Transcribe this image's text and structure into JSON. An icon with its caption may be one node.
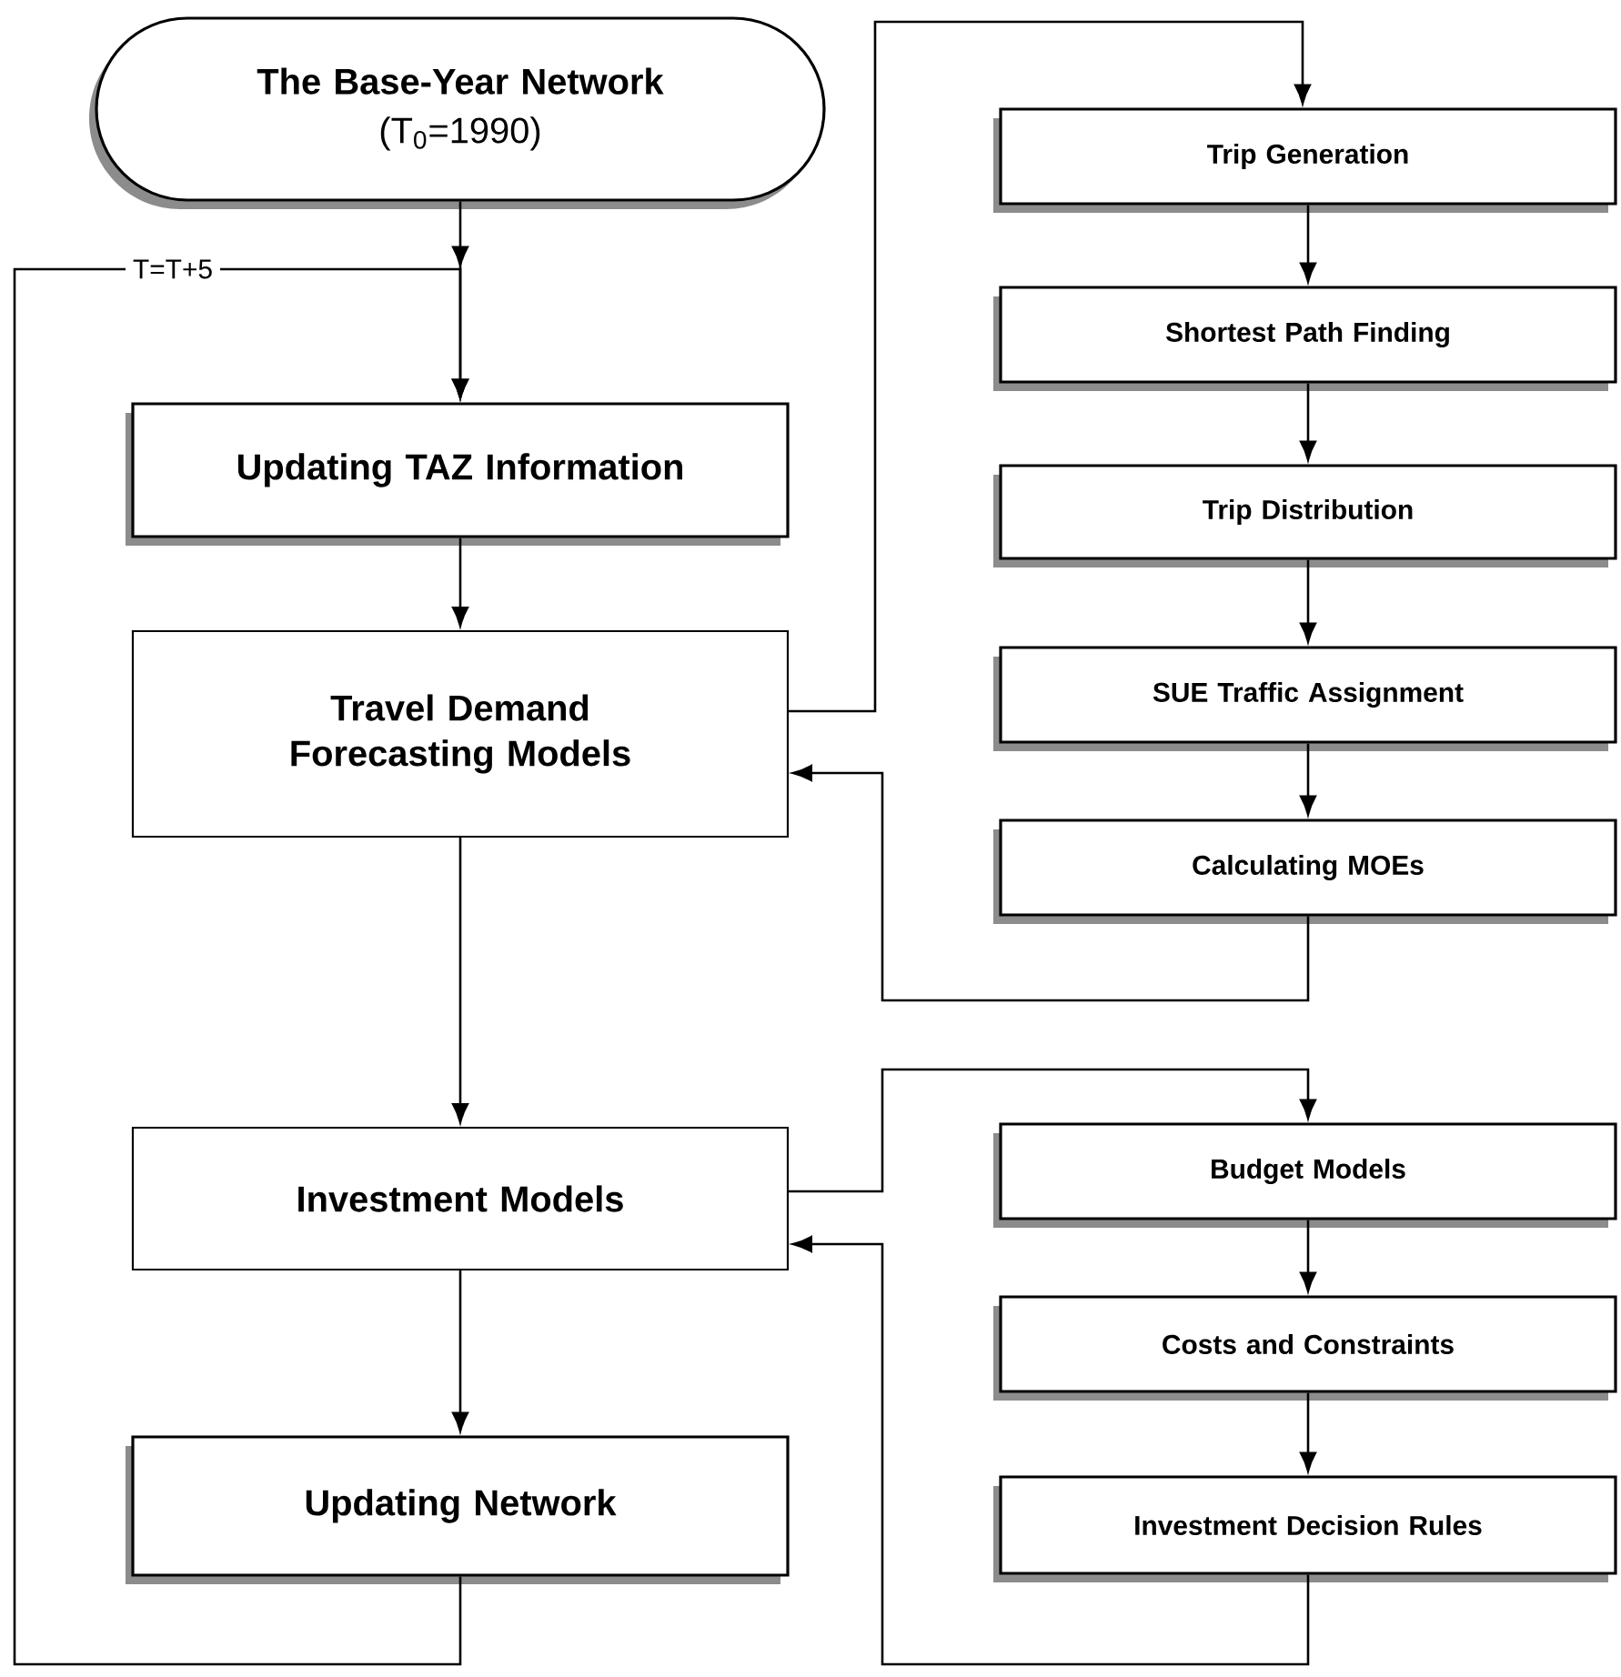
{
  "diagram": {
    "nodes": [
      {
        "text": [
          "The Base-Year Network",
          "(T$_{0}$=1990)"
        ]
      },
      {
        "text": [
          "Updating TAZ Information"
        ]
      },
      {
        "text": [
          "Travel Demand Forecasting Models"
        ]
      },
      {
        "text": [
          "Investment Models"
        ]
      },
      {
        "text": [
          "Updating Network"
        ]
      },
      {
        "text": [
          "Trip Generation"
        ]
      },
      {
        "text": [
          "Shortest Path Finding"
        ]
      },
      {
        "text": [
          "Trip Distribution"
        ]
      },
      {
        "text": [
          "SUE Traffic Assignment"
        ]
      },
      {
        "text": [
          "Calculating MOEs"
        ]
      },
      {
        "text": [
          "Budget Models"
        ]
      },
      {
        "text": [
          "Costs and Constraints"
        ]
      },
      {
        "text": [
          "Investment Decision Rules"
        ]
      }
    ],
    "edges": [
      {
        "from": 0,
        "to": 1,
        "arrow": "to"
      },
      {
        "from": 1,
        "to": 2,
        "arrow": "to"
      },
      {
        "from": 2,
        "to": 5,
        "arrow": "to"
      },
      {
        "from": 5,
        "to": 6,
        "arrow": "to"
      },
      {
        "from": 6,
        "to": 7,
        "arrow": "to"
      },
      {
        "from": 7,
        "to": 8,
        "arrow": "to"
      },
      {
        "from": 8,
        "to": 9,
        "arrow": "to"
      },
      {
        "from": 9,
        "to": 2,
        "arrow": "to"
      },
      {
        "from": 2,
        "to": 3,
        "arrow": "to"
      },
      {
        "from": 3,
        "to": 10,
        "arrow": "to"
      },
      {
        "from": 10,
        "to": 11,
        "arrow": "to"
      },
      {
        "from": 11,
        "to": 12,
        "arrow": "to"
      },
      {
        "from": 12,
        "to": 3,
        "arrow": "to"
      },
      {
        "from": 3,
        "to": 4,
        "arrow": "to"
      },
      {
        "from": 4,
        "to": 1,
        "arrow": "to",
        "label": "T=T+5"
      }
    ]
  }
}
